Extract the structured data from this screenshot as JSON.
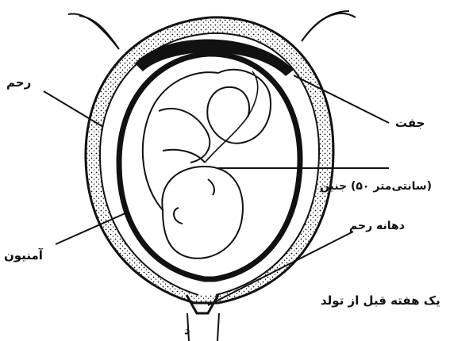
{
  "labels": {
    "uterus": "رحم",
    "placenta": "جفت",
    "fetus": "(سانتی‌متر ۵۰) جنین",
    "cervix": "دهانه رحم",
    "amnion": "آمنیون",
    "caption": "یک هفته قبل از تولد",
    "panel_letter": "د"
  },
  "colors": {
    "ink": "#111111",
    "paper": "#ffffff"
  }
}
